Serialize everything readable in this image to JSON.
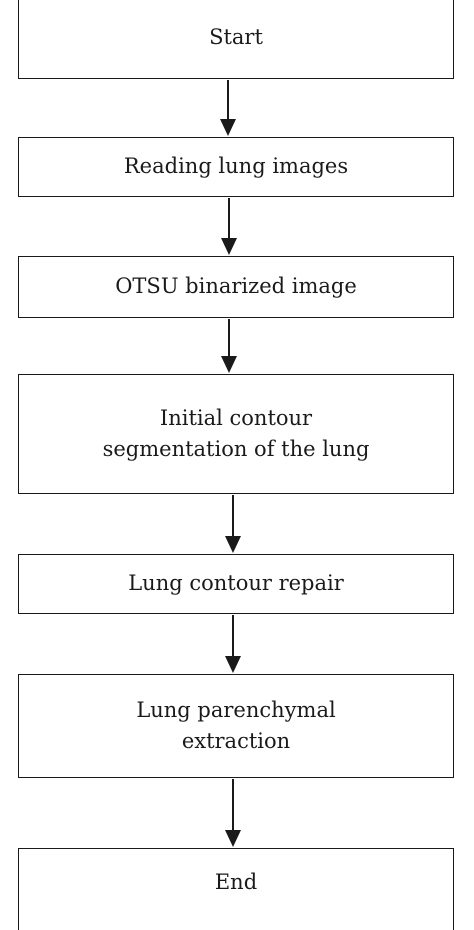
{
  "flowchart": {
    "steps": [
      {
        "id": "start",
        "lines": [
          "Start"
        ]
      },
      {
        "id": "read",
        "lines": [
          "Reading lung images"
        ]
      },
      {
        "id": "otsu",
        "lines": [
          "OTSU binarized image"
        ]
      },
      {
        "id": "initial",
        "lines": [
          "Initial contour",
          "segmentation of the lung"
        ]
      },
      {
        "id": "repair",
        "lines": [
          "Lung contour repair"
        ]
      },
      {
        "id": "parenchymal",
        "lines": [
          "Lung parenchymal",
          "extraction"
        ]
      },
      {
        "id": "end",
        "lines": [
          "End"
        ]
      }
    ],
    "colors": {
      "stroke": "#1a1a1a",
      "background": "#ffffff"
    }
  }
}
